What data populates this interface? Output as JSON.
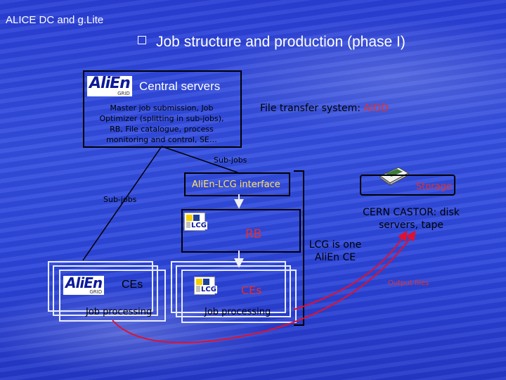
{
  "header": {
    "title": "ALICE DC and g.Lite"
  },
  "slide": {
    "title": "Job structure and  production (phase I)"
  },
  "central": {
    "label": "Central servers",
    "description": "Master job submission, Job Optimizer (splitting in sub-jobs), RB, File catalogue, process monitoring and control, SE…",
    "logo_text": "AliEn",
    "logo_sub": "GRID"
  },
  "file_transfer": {
    "label": "File transfer system: ",
    "highlight": "AIOD"
  },
  "labels": {
    "subjobs_top": "Sub-jobs",
    "subjobs_left": "Sub-jobs",
    "interface": "AliEn-LCG interface",
    "rb": "RB",
    "lcg_ce": "LCG is one AliEn CE",
    "storage": "Storage",
    "castor": "CERN CASTOR: disk servers, tape",
    "output": "Output files",
    "lcg_logo": "LCG"
  },
  "ce_alien": {
    "label": "CEs",
    "job": "Job processing"
  },
  "ce_lcg": {
    "label": "CEs",
    "job": "Job processing"
  },
  "colors": {
    "background": "#2d46da",
    "accent_red": "#e03030",
    "arrow_red": "#e01030"
  }
}
